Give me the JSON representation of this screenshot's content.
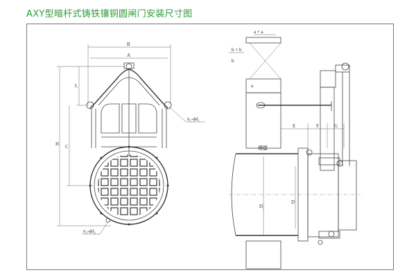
{
  "title": "AXY型暗杆式铸铁镶铜圆闸门安装尺寸图",
  "front_view": {
    "dims": {
      "B": "B",
      "A": "A",
      "H": "H",
      "C": "C",
      "L": "L",
      "bolt_top": "n₁-ϕd₁",
      "bolt_bottom": "n₂-ϕd₂"
    }
  },
  "side_view": {
    "dims": {
      "axa": "a × a",
      "bxb": "b × b",
      "a": "a",
      "E": "E",
      "F": "F",
      "G": "G",
      "D1": "D₁",
      "D": "D",
      "wall": "墙壁"
    }
  },
  "colors": {
    "title": "#2f9a3a",
    "line": "#444444",
    "hatch": "#555555"
  }
}
